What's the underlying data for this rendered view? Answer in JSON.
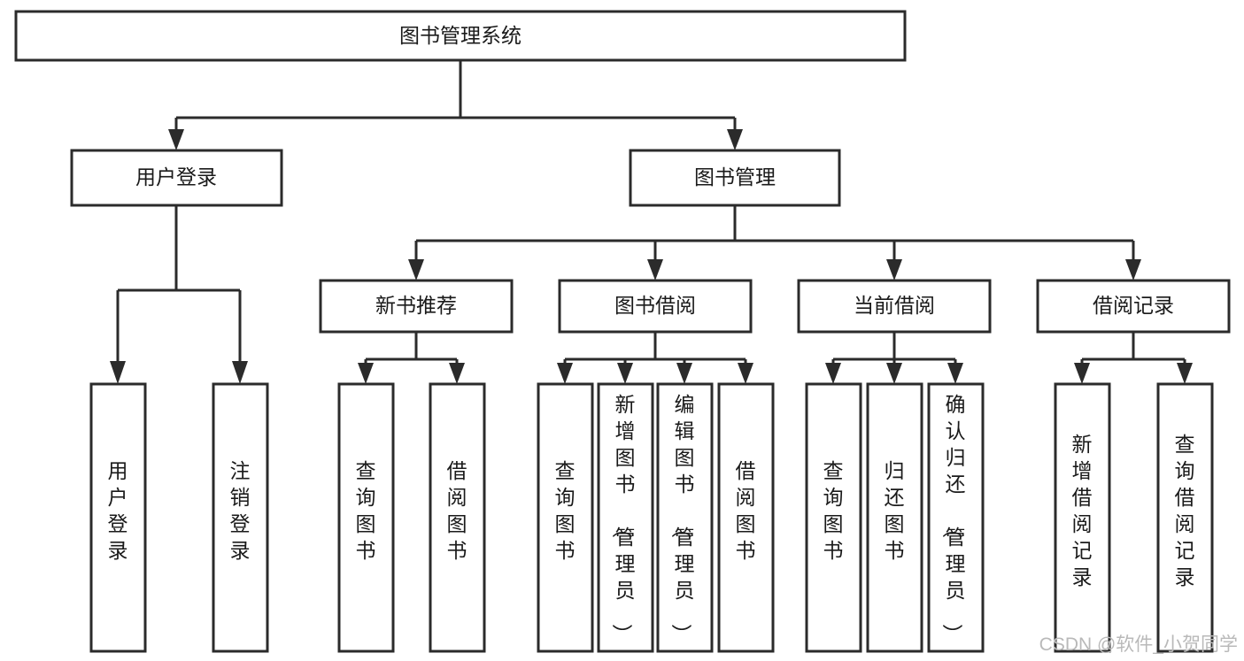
{
  "diagram": {
    "title": "图书管理系统",
    "type": "tree",
    "levels": 4,
    "colors": {
      "box_stroke": "#2b2b2b",
      "box_fill": "#ffffff",
      "text": "#1a1a1a",
      "watermark": "#b9b9b9",
      "background": "#ffffff"
    },
    "root": {
      "label": "图书管理系统"
    },
    "level2": [
      {
        "label": "用户登录"
      },
      {
        "label": "图书管理"
      }
    ],
    "level3": [
      {
        "label": "新书推荐"
      },
      {
        "label": "图书借阅"
      },
      {
        "label": "当前借阅"
      },
      {
        "label": "借阅记录"
      }
    ],
    "leaves": {
      "user_login": [
        {
          "label": "用户登录"
        },
        {
          "label": "注销登录"
        }
      ],
      "new_book_recommend": [
        {
          "label": "查询图书"
        },
        {
          "label": "借阅图书"
        }
      ],
      "book_borrow": [
        {
          "label": "查询图书"
        },
        {
          "label": "新增图书（管理员）"
        },
        {
          "label": "编辑图书（管理员）"
        },
        {
          "label": "借阅图书"
        }
      ],
      "current_borrow": [
        {
          "label": "查询图书"
        },
        {
          "label": "归还图书"
        },
        {
          "label": "确认归还（管理员）"
        }
      ],
      "borrow_record": [
        {
          "label": "新增借阅记录"
        },
        {
          "label": "查询借阅记录"
        }
      ]
    }
  },
  "watermark": {
    "text": "CSDN @软件_小贺同学"
  }
}
